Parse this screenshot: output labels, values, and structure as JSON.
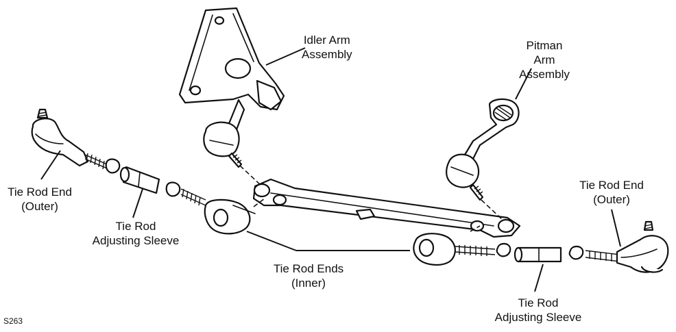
{
  "labels": {
    "idler_arm": [
      "Idler Arm",
      "Assembly"
    ],
    "pitman_arm": [
      "Pitman",
      "Arm",
      "Assembly"
    ],
    "tie_rod_end_outer_left": [
      "Tie Rod End",
      "(Outer)"
    ],
    "tie_rod_end_outer_right": [
      "Tie Rod End",
      "(Outer)"
    ],
    "adjusting_sleeve_left": [
      "Tie Rod",
      "Adjusting Sleeve"
    ],
    "adjusting_sleeve_right": [
      "Tie Rod",
      "Adjusting Sleeve"
    ],
    "tie_rod_ends_inner": [
      "Tie Rod Ends",
      "(Inner)"
    ]
  },
  "figure_code": "S263"
}
